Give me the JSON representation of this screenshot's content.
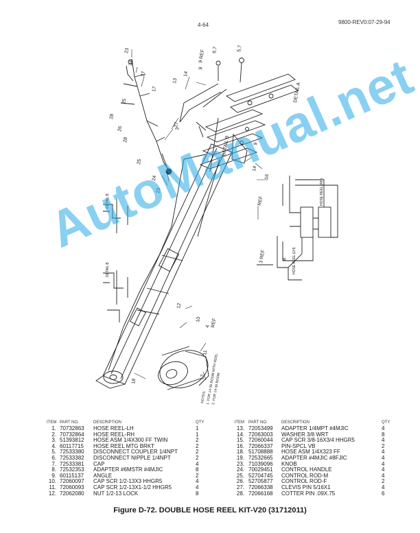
{
  "header": {
    "page_number": "4-64",
    "revision": "9800-REV0:07-29-94"
  },
  "watermark": "AutoManual.net",
  "drawing": {
    "callouts": [
      "23",
      "24",
      "27",
      "17",
      "25",
      "28",
      "26",
      "28",
      "25",
      "23",
      "24",
      "27",
      "13",
      "14",
      "3",
      "9",
      "6,7",
      "5,7",
      "DETAIL A",
      "DETAIL B",
      "9",
      "14",
      "16",
      "10",
      "12",
      "4",
      "11",
      "12",
      "18",
      "REF",
      "3 REF",
      "8",
      "9 REF",
      "REF"
    ],
    "notes": [
      "NOTES:",
      "1. FOR 14-36 BOOM WITH REEL",
      "2. FOR 14-36 BOOM",
      "HOSE REEL (RH)",
      "HOSE REEL (LH)",
      "DETAIL B",
      "DETAIL B"
    ]
  },
  "parts": {
    "headers": {
      "item": "ITEM",
      "part": "PART NO.",
      "desc": "DESCRIPTION",
      "qty": "QTY"
    },
    "left": [
      {
        "item": "1.",
        "part": "70732863",
        "desc": "HOSE REEL-LH",
        "qty": "1"
      },
      {
        "item": "2.",
        "part": "70732864",
        "desc": "HOSE REEL-RH",
        "qty": "1"
      },
      {
        "item": "3.",
        "part": "51393812",
        "desc": "HOSE ASM 1/4X300 FF TWIN",
        "qty": "2"
      },
      {
        "item": "4.",
        "part": "60117715",
        "desc": "HOSE REEL MTG BRKT",
        "qty": "2"
      },
      {
        "item": "5.",
        "part": "72533380",
        "desc": "DISCONNECT COUPLER 1/4NPT",
        "qty": "2"
      },
      {
        "item": "6.",
        "part": "72533382",
        "desc": "DISCONNECT NIPPLE 1/4NPT",
        "qty": "2"
      },
      {
        "item": "7.",
        "part": "72533381",
        "desc": "CAP",
        "qty": "4"
      },
      {
        "item": "8.",
        "part": "72532353",
        "desc": "ADAPTER #6MSTR #4MJIC",
        "qty": "8"
      },
      {
        "item": "9.",
        "part": "60115137",
        "desc": "ANGLE",
        "qty": "2"
      },
      {
        "item": "10.",
        "part": "72060097",
        "desc": "CAP SCR 1/2-13X3 HHGR5",
        "qty": "4"
      },
      {
        "item": "11.",
        "part": "72060093",
        "desc": "CAP SCR 1/2-13X1-1/2 HHGR5",
        "qty": "4"
      },
      {
        "item": "12.",
        "part": "72062080",
        "desc": "NUT 1/2-13 LOCK",
        "qty": "8"
      }
    ],
    "right": [
      {
        "item": "13.",
        "part": "72053499",
        "desc": "ADAPTER 1/4MPT #4MJIC",
        "qty": "4"
      },
      {
        "item": "14.",
        "part": "72063003",
        "desc": "WASHER 3/8 WRT",
        "qty": "8"
      },
      {
        "item": "15.",
        "part": "72060044",
        "desc": "CAP SCR 3/8-16X3/4 HHGR5",
        "qty": "4"
      },
      {
        "item": "16.",
        "part": "72066337",
        "desc": "PIN-SPCL VB",
        "qty": "2"
      },
      {
        "item": "18.",
        "part": "51708888",
        "desc": "HOSE ASM 1/4X323 FF",
        "qty": "4"
      },
      {
        "item": "19.",
        "part": "72532665",
        "desc": "ADAPTER #4MJIC #8FJIC",
        "qty": "4"
      },
      {
        "item": "23.",
        "part": "71039096",
        "desc": "KNOB",
        "qty": "4"
      },
      {
        "item": "24.",
        "part": "70029451",
        "desc": "CONTROL HANDLE",
        "qty": "4"
      },
      {
        "item": "25.",
        "part": "52704745",
        "desc": "CONTROL ROD-M",
        "qty": "4"
      },
      {
        "item": "26.",
        "part": "52705877",
        "desc": "CONTROL ROD-F",
        "qty": "2"
      },
      {
        "item": "27.",
        "part": "72066338",
        "desc": "CLEVIS PIN 5/16X1",
        "qty": "4"
      },
      {
        "item": "28.",
        "part": "72066168",
        "desc": "COTTER PIN .09X.75",
        "qty": "6"
      }
    ]
  },
  "caption": "Figure D-72.  DOUBLE HOSE REEL KIT-V20 (31712011)"
}
